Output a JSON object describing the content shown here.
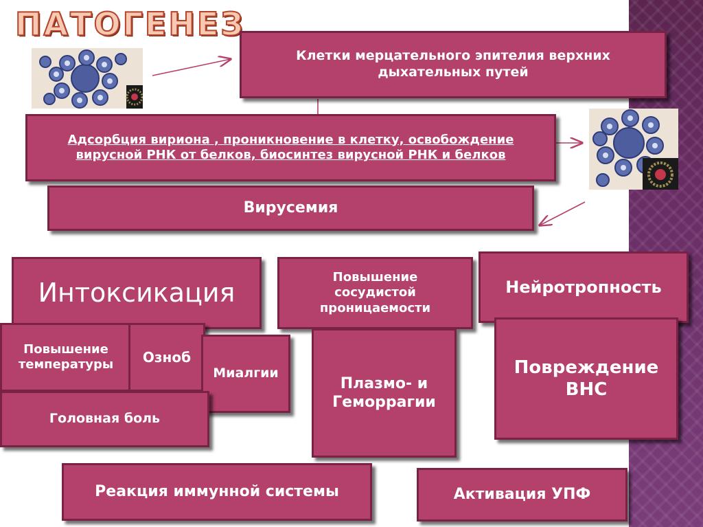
{
  "title": "ПАТОГЕНЕЗ",
  "boxes": {
    "epithelium": "Клетки мерцательного эпителия верхних дыхательных путей",
    "adsorption": "Адсорбция вириона , проникновение в клетку, освобождение вирусной РНК от белков, биосинтез вирусной РНК и белков",
    "viremia": "Вирусемия",
    "intoxication": "Интоксикация",
    "vascular": "Повышение сосудистой проницаемости",
    "neurotropism": "Нейротропность",
    "temperature": "Повышение температуры",
    "chills": "Озноб",
    "myalgia": "Миалгии",
    "headache": "Головная боль",
    "hemorrhage": "Плазмо- и Геморрагии",
    "cns": "Повреждение ВНС",
    "immune": "Реакция иммунной системы",
    "upf": "Активация УПФ"
  },
  "colors": {
    "box_fill": "#b4406c",
    "box_border": "#7a2146",
    "title_fill": "#f7c9b2",
    "title_stroke": "#b5442a",
    "sidebar": "#6a2e66"
  }
}
